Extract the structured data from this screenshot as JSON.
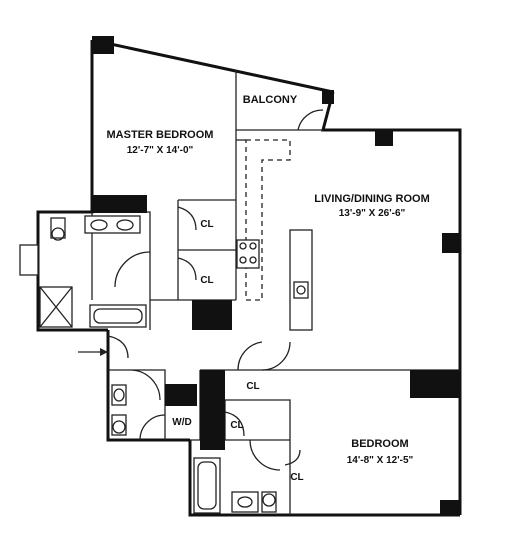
{
  "rooms": {
    "master_bedroom": {
      "name": "MASTER BEDROOM",
      "dims": "12'-7\" X 14'-0\""
    },
    "living_dining": {
      "name": "LIVING/DINING ROOM",
      "dims": "13'-9\" X 26'-6\""
    },
    "bedroom": {
      "name": "BEDROOM",
      "dims": "14'-8\" X 12'-5\""
    },
    "balcony": {
      "name": "BALCONY"
    },
    "washer_dryer": {
      "name": "W/D"
    }
  },
  "closets": {
    "master_upper": "CL",
    "master_lower": "CL",
    "hall_upper": "CL",
    "hall_lower": "CL",
    "bedroom": "CL"
  }
}
